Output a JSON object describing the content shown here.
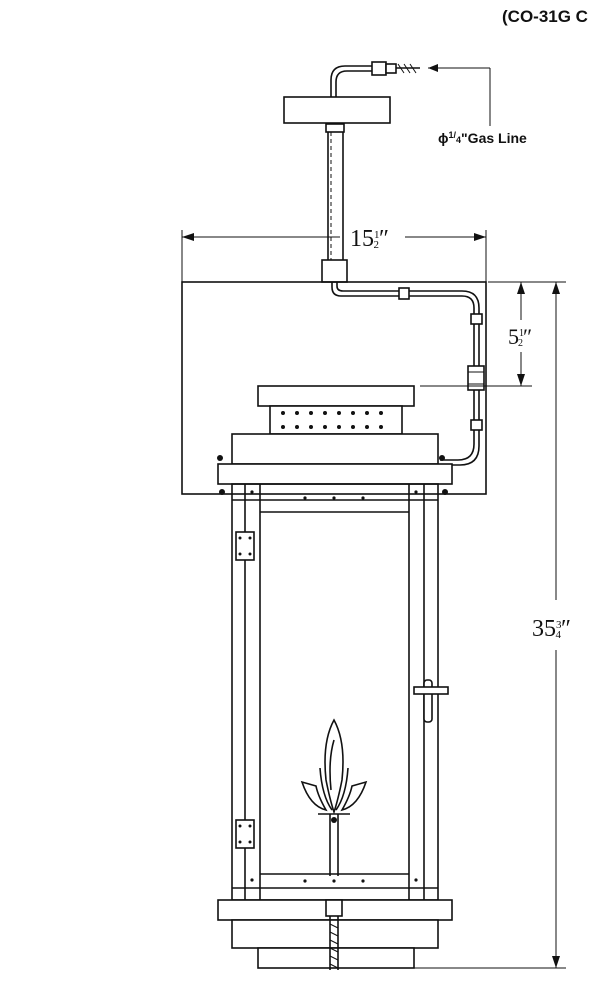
{
  "header": {
    "model_code": "(CO-31G C"
  },
  "annotations": {
    "gas_line_label": "ϕ¼\"Gas Line",
    "gas_line_prefix": "ϕ",
    "gas_line_frac_num": "1",
    "gas_line_frac_den": "4",
    "gas_line_suffix": "\"Gas Line"
  },
  "dimensions": {
    "width": {
      "whole": "15",
      "num": "1",
      "den": "2",
      "unit": "″"
    },
    "top_depth": {
      "whole": "5",
      "num": "1",
      "den": "2",
      "unit": "″"
    },
    "height": {
      "whole": "35",
      "num": "3",
      "den": "4",
      "unit": "″"
    }
  }
}
